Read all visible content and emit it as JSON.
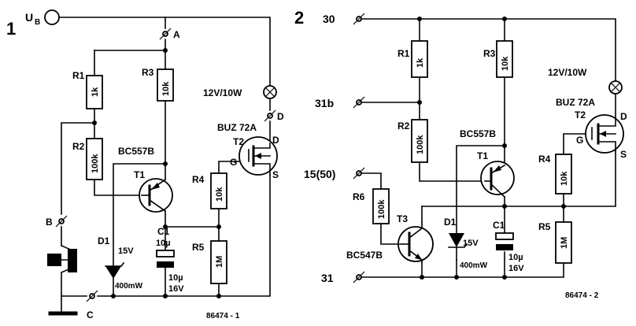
{
  "circuit1": {
    "number": "1",
    "supply": "U",
    "supply_sub": "B",
    "terminal_a": "A",
    "terminal_b": "B",
    "terminal_c": "C",
    "terminal_d": "D",
    "r1": {
      "name": "R1",
      "value": "1k"
    },
    "r2": {
      "name": "R2",
      "value": "100k"
    },
    "r3": {
      "name": "R3",
      "value": "10k"
    },
    "r4": {
      "name": "R4",
      "value": "10k"
    },
    "r5": {
      "name": "R5",
      "value": "1M"
    },
    "t1": {
      "name": "T1",
      "type": "BC557B"
    },
    "t2": {
      "name": "T2",
      "type": "BUZ 72A",
      "gate": "G",
      "drain": "D",
      "source": "S"
    },
    "d1": {
      "name": "D1",
      "voltage": "15V",
      "power": "400mW"
    },
    "c1": {
      "name": "C1",
      "capacitance": "10µ",
      "voltage": "16V"
    },
    "lamp": "12V/10W",
    "code": "86474 - 1"
  },
  "circuit2": {
    "number": "2",
    "term_30": "30",
    "term_31b": "31b",
    "term_15": "15(50)",
    "term_31": "31",
    "r1": {
      "name": "R1",
      "value": "1k"
    },
    "r2": {
      "name": "R2",
      "value": "100k"
    },
    "r3": {
      "name": "R3",
      "value": "10k"
    },
    "r4": {
      "name": "R4",
      "value": "10k"
    },
    "r5": {
      "name": "R5",
      "value": "1M"
    },
    "r6": {
      "name": "R6",
      "value": "100k"
    },
    "t1": {
      "name": "T1",
      "type": "BC557B"
    },
    "t2": {
      "name": "T2",
      "type": "BUZ 72A",
      "gate": "G",
      "drain": "D",
      "source": "S"
    },
    "t3": {
      "name": "T3",
      "type": "BC547B"
    },
    "d1": {
      "name": "D1",
      "voltage": "15V",
      "power": "400mW"
    },
    "c1": {
      "name": "C1",
      "capacitance": "10µ",
      "voltage": "16V"
    },
    "lamp": "12V/10W",
    "code": "86474 - 2"
  }
}
